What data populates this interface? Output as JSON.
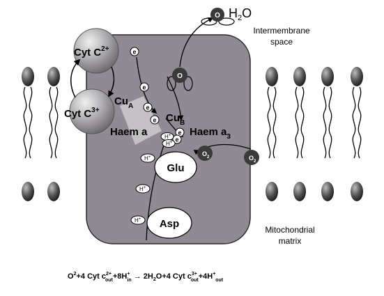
{
  "labels": {
    "cyt_c2_base": "Cyt C",
    "cyt_c2_sup": "2+",
    "cyt_c3_base": "Cyt C",
    "cyt_c3_sup": "3+",
    "cua_base": "Cu",
    "cua_sub": "A",
    "cub_base": "Cu",
    "cub_sub": "B",
    "haem_a": "Haem a",
    "haem_a3_base": "Haem a",
    "haem_a3_sub": "3",
    "glu": "Glu",
    "asp": "Asp",
    "intermembrane_line1": "Intermembrane",
    "intermembrane_line2": "space",
    "matrix_line1": "Mitochondrial",
    "matrix_line2": "matrix",
    "water_h": "H",
    "water_sub": "2",
    "water_o": "O",
    "electron": "e",
    "oxygen_atom": "O",
    "o2_base": "O",
    "o2_sub": "2",
    "proton": "H",
    "proton_sup": "+"
  },
  "equation": {
    "p1": "O",
    "p1_sup": "2",
    "p2": "+4 Cyt c",
    "p2_sup": "2+",
    "p2_sub": "out",
    "p3": "+8H",
    "p3_sup": "+",
    "p3_sub": "in",
    "arrow": " → ",
    "p4": "2H",
    "p4_sub": "2",
    "p5": "O+4 Cyt c",
    "p5_sup": "3+",
    "p5_sub": "out",
    "p6": "+4H",
    "p6_sup": "+",
    "p6_sub": " out"
  },
  "colors": {
    "complex_fill": "#8f8a93",
    "cytc_fill": "#b8b6ba",
    "dark_ball": "#3a3a3a",
    "cu_a_patch": "#c9c6c9"
  }
}
